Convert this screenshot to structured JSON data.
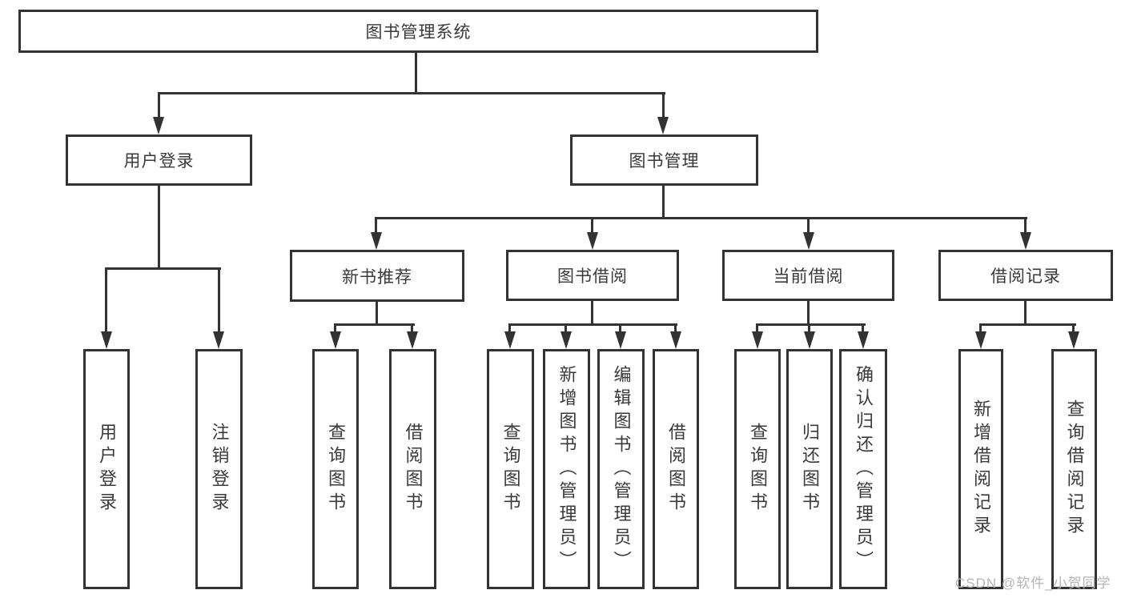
{
  "colors": {
    "line": "#333333",
    "text": "#3a3a3a",
    "watermark": "#b5b5b5",
    "background": "#ffffff"
  },
  "nodes": {
    "root": {
      "label": "图书管理系统"
    },
    "user_login": {
      "label": "用户登录"
    },
    "book_management": {
      "label": "图书管理"
    },
    "new_book_recommend": {
      "label": "新书推荐"
    },
    "book_borrow": {
      "label": "图书借阅"
    },
    "current_borrow": {
      "label": "当前借阅"
    },
    "borrow_records": {
      "label": "借阅记录"
    },
    "leaves": {
      "user_login": [
        "用户登录",
        "注销登录"
      ],
      "new_book_recommend": [
        "查询图书",
        "借阅图书"
      ],
      "book_borrow": [
        "查询图书",
        "新增图书（管理员）",
        "编辑图书（管理员）",
        "借阅图书"
      ],
      "current_borrow": [
        "查询图书",
        "归还图书",
        "确认归还（管理员）"
      ],
      "borrow_records": [
        "新增借阅记录",
        "查询借阅记录"
      ]
    }
  },
  "watermark": {
    "text": "CSDN @软件_小贺同学"
  }
}
